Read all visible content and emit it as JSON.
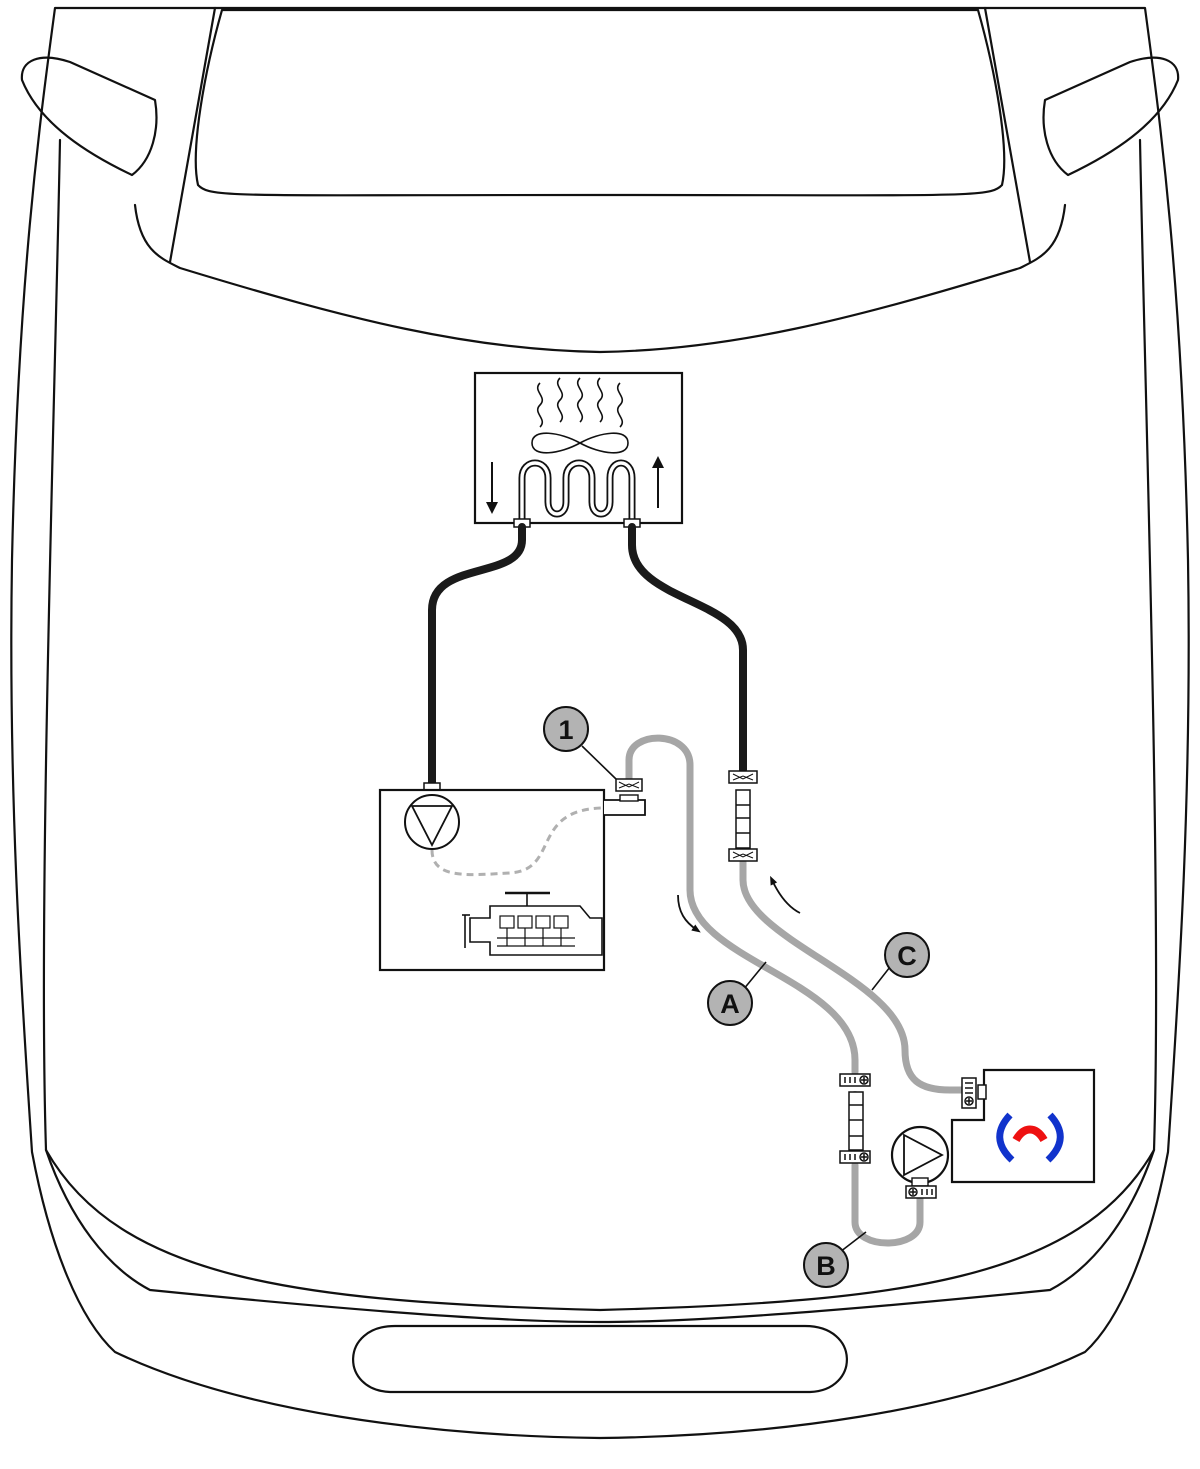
{
  "callouts": [
    {
      "id": "1",
      "label": "1"
    },
    {
      "id": "A",
      "label": "A"
    },
    {
      "id": "B",
      "label": "B"
    },
    {
      "id": "C",
      "label": "C"
    }
  ],
  "colors": {
    "outline": "#111111",
    "hose_radiator": "#1a1a1a",
    "hose_heater": "#a6a6a6",
    "callout_fill": "#b3b3b3",
    "heater_symbol_blue": "#1133cc",
    "heater_symbol_red": "#ee1111"
  },
  "icons": [
    "car-body-outline",
    "radiator-icon",
    "fan-icon",
    "heat-waves-icon",
    "engine-icon",
    "coolant-pump-icon",
    "auxiliary-heater-icon",
    "auxiliary-pump-icon",
    "hose-connector-icon",
    "flow-arrow-icon"
  ]
}
